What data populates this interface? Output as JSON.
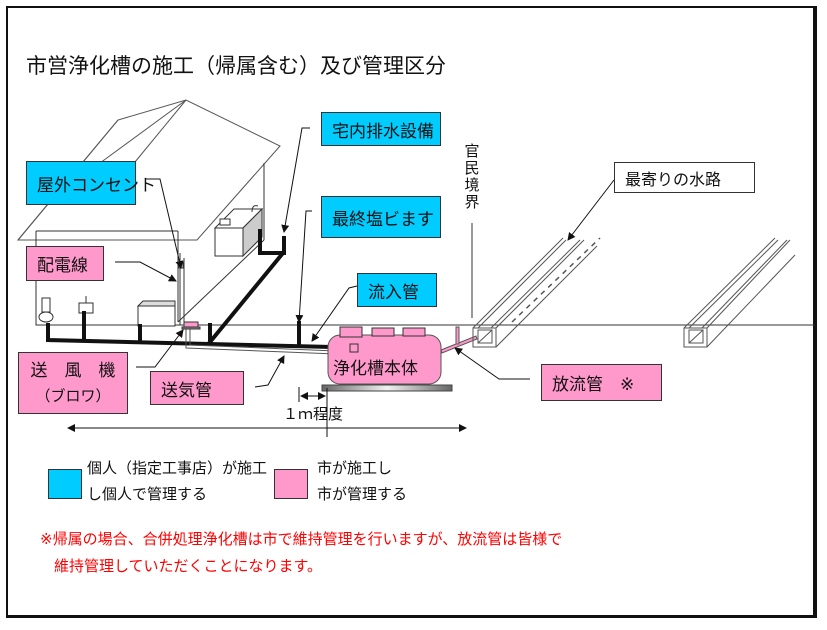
{
  "title": "市営浄化槽の施工（帰属含む）及び管理区分",
  "labels": {
    "outdoor_outlet": "屋外コンセント",
    "indoor_drainage": "宅内排水設備",
    "final_pvc_basin": "最終塩ビます",
    "wiring": "配電線",
    "inflow_pipe": "流入管",
    "blower_line1": "送　風　機",
    "blower_line2": "（ブロワ）",
    "air_pipe": "送気管",
    "tank_body": "浄化槽本体",
    "discharge_pipe": "放流管　※",
    "nearest_waterway": "最寄りの水路",
    "boundary": [
      "官",
      "民",
      "境",
      "界"
    ],
    "distance": "１ｍ程度"
  },
  "legend": [
    {
      "color": "#00ccff",
      "line1": "個人（指定工事店）が施工",
      "line2": "し個人で管理する"
    },
    {
      "color": "#ff99cc",
      "line1": "市が施工し",
      "line2": "市が管理する"
    }
  ],
  "note": {
    "line1": "※帰属の場合、合併処理浄化槽は市で維持管理を行いますが、放流管は皆様で",
    "line2": "維持管理していただくことになります。"
  },
  "colors": {
    "individual": "#00ccff",
    "city": "#ff99cc",
    "note_text": "#ff0000"
  }
}
